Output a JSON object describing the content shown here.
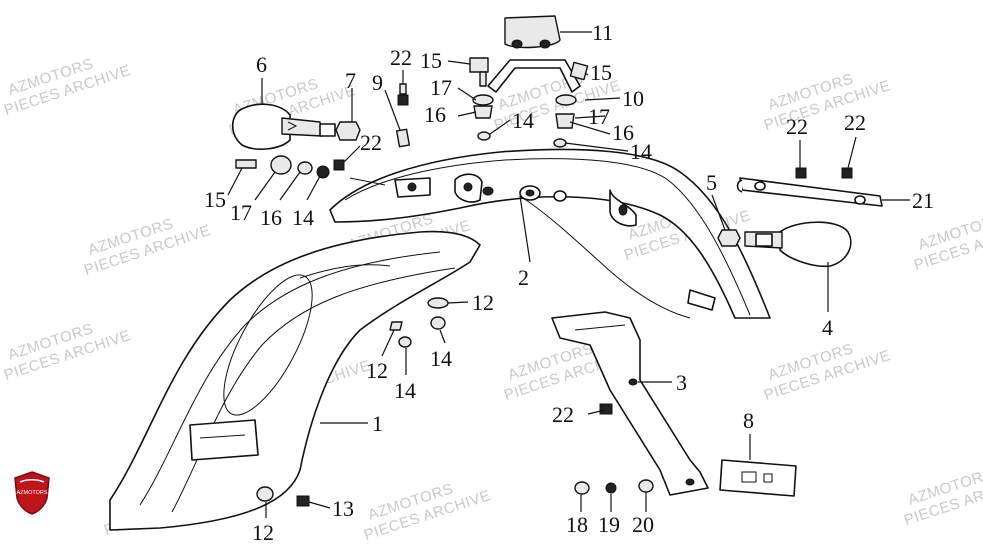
{
  "watermark": {
    "line1": "AZMOTORS",
    "line2": "PIECES ARCHIVE"
  },
  "logo": {
    "text": "AZMOTORS",
    "color": "#c0141b"
  },
  "callouts": {
    "c1": "1",
    "c2": "2",
    "c3": "3",
    "c4": "4",
    "c5": "5",
    "c6": "6",
    "c7": "7",
    "c8": "8",
    "c9": "9",
    "c10": "10",
    "c11": "11",
    "c12a": "12",
    "c12b": "12",
    "c12c": "12",
    "c13": "13",
    "c14a": "14",
    "c14b": "14",
    "c14c": "14",
    "c14d": "14",
    "c14e": "14",
    "c15a": "15",
    "c15b": "15",
    "c15c": "15",
    "c16a": "16",
    "c16b": "16",
    "c16c": "16",
    "c17a": "17",
    "c17b": "17",
    "c17c": "17",
    "c18": "18",
    "c19": "19",
    "c20": "20",
    "c21": "21",
    "c22a": "22",
    "c22b": "22",
    "c22c": "22",
    "c22d": "22",
    "c22e": "22"
  }
}
